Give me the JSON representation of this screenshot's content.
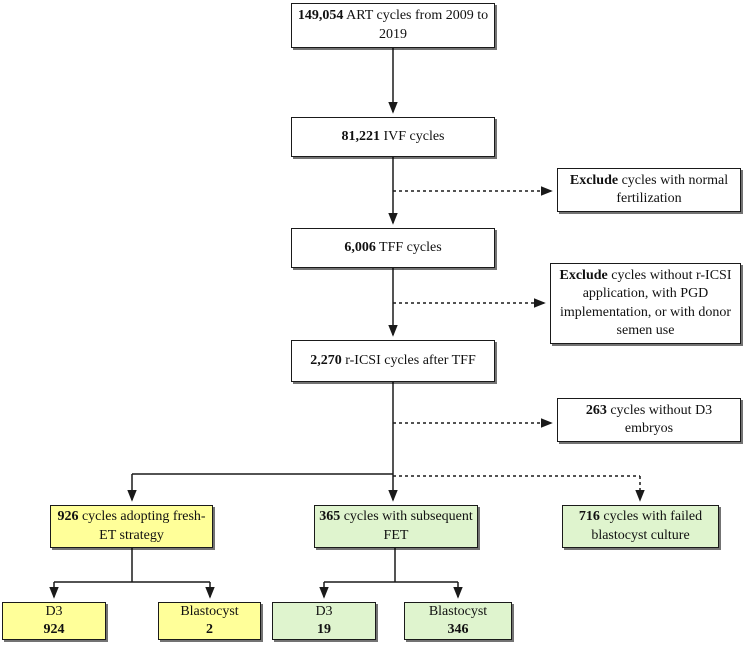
{
  "diagram": {
    "title": "r-ICSI cycles after total fertilization failure flowchart",
    "colors": {
      "fresh_et_fill": "#FFFF99",
      "fet_fill": "#DFF4CE",
      "box_border": "#1a1a1a",
      "line": "#1a1a1a",
      "background": "#ffffff"
    },
    "nodes": {
      "art": {
        "bold": "149,054",
        "text": " ART cycles from 2009 to 2019"
      },
      "ivf": {
        "bold": "81,221",
        "text": " IVF cycles"
      },
      "exclude1": {
        "bold": "Exclude",
        "text": " cycles with normal fertilization"
      },
      "tff": {
        "bold": "6,006",
        "text": " TFF cycles"
      },
      "exclude2": {
        "bold": "Exclude",
        "text": " cycles without r-ICSI application, with PGD implementation, or with donor semen use"
      },
      "ricsi": {
        "bold": "2,270",
        "text": " r-ICSI cycles after TFF"
      },
      "no_d3": {
        "bold": "263",
        "text": " cycles without D3 embryos"
      },
      "fresh_et": {
        "bold": "926",
        "text": " cycles adopting fresh-ET strategy"
      },
      "fet": {
        "bold": "365",
        "text": " cycles with subsequent FET"
      },
      "failed_blast": {
        "bold": "716",
        "text": " cycles with failed blastocyst culture"
      },
      "d3_fresh": {
        "label": "D3",
        "value": "924"
      },
      "blast_fresh": {
        "label": "Blastocyst",
        "value": "2"
      },
      "d3_fet": {
        "label": "D3",
        "value": "19"
      },
      "blast_fet": {
        "label": "Blastocyst",
        "value": "346"
      }
    }
  }
}
